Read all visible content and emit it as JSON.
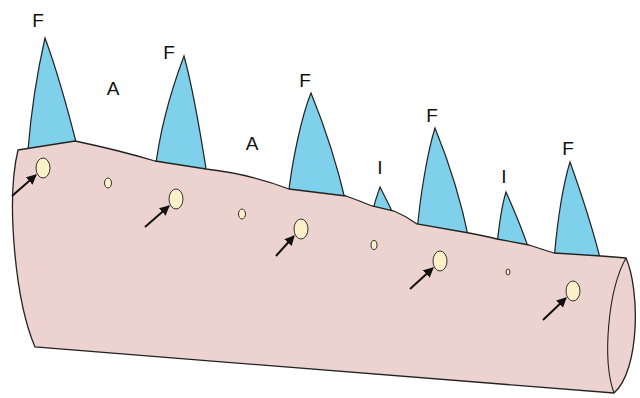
{
  "diagram": {
    "labels": [
      "F",
      "A",
      "F",
      "A",
      "F",
      "I",
      "F",
      "I",
      "F"
    ]
  }
}
